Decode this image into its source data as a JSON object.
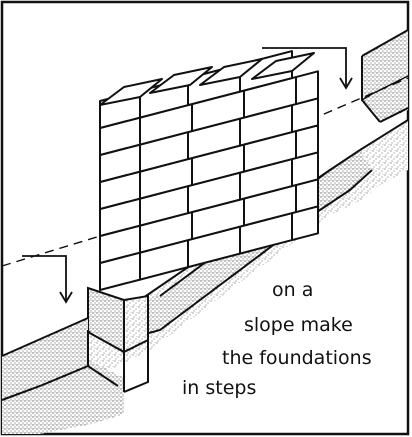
{
  "caption": {
    "line1": "on a",
    "line2": "slope make",
    "line3": "the foundations",
    "line4": "in steps"
  },
  "illustration": {
    "subject": "brick wall with stepped foundation trench on a slope",
    "colors": {
      "ink": "#111111",
      "paper": "#ffffff",
      "stipple": "#555555"
    }
  }
}
